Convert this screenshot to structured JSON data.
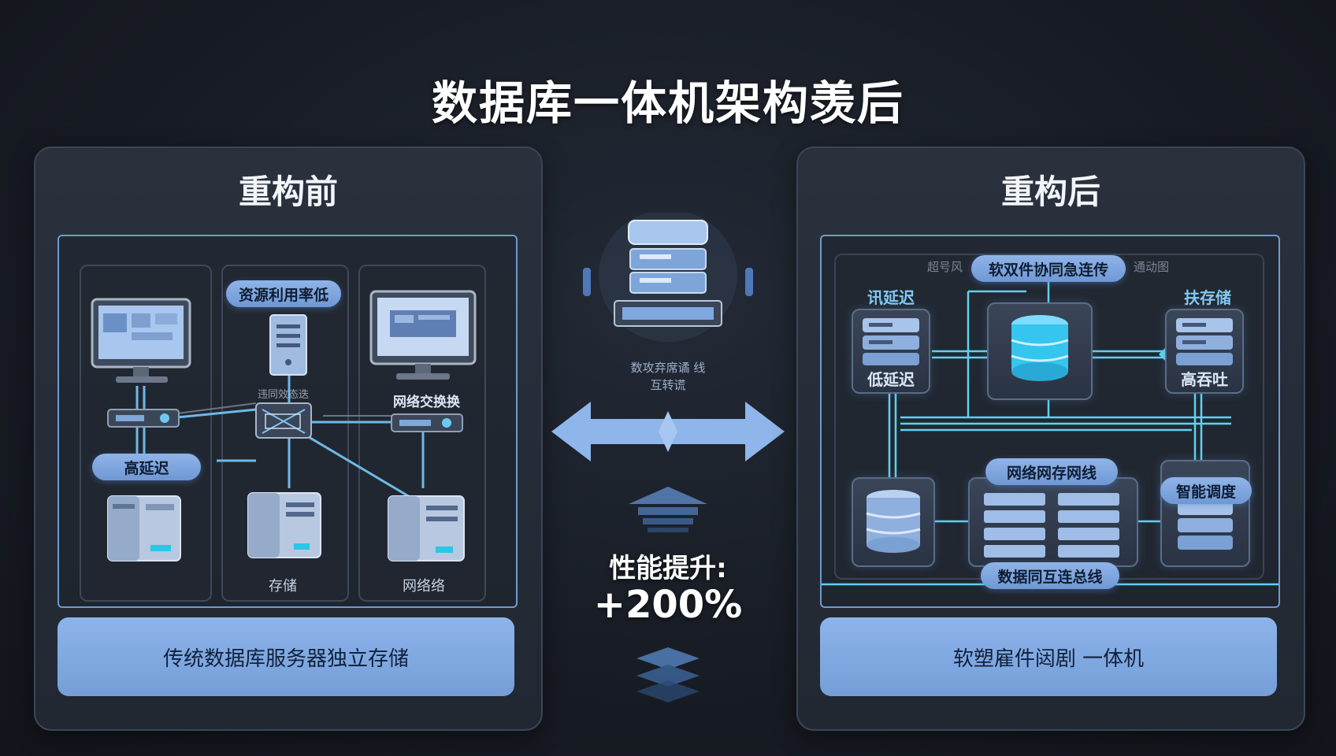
{
  "title": "数据库一体机架构羡后",
  "left": {
    "title": "重构前",
    "pill_resource": "资源利用率低",
    "pill_latency": "高延迟",
    "label_small": "违同效态迭",
    "label_switch": "网络交换换",
    "label_storage": "存储",
    "label_network": "网络络",
    "bottom_text": "传统数据库服务器独立存储"
  },
  "center": {
    "caption_line1": "数攻弃席谲 线",
    "caption_line2": "互转谎",
    "perf_label": "性能提升:",
    "perf_value": "+200%"
  },
  "right": {
    "title": "重构后",
    "header_left_faint": "超号风",
    "pill_top": "软双件协同急连传",
    "header_right_faint": "通动图",
    "label_low_latency_top": "讯延迟",
    "label_storage_top": "扶存储",
    "label_low_latency": "低延迟",
    "label_high_throughput": "高吞吐",
    "pill_network": "网络网存网线",
    "pill_scheduler": "智能调度",
    "pill_bus": "数据同互连总线",
    "bottom_text": "软塑雇件闼剧 一体机"
  },
  "colors": {
    "accent_blue": "#7fa8e0",
    "wire_cyan": "#5fd2f0",
    "panel_bg": "#262d38",
    "page_bg": "#171b23"
  }
}
